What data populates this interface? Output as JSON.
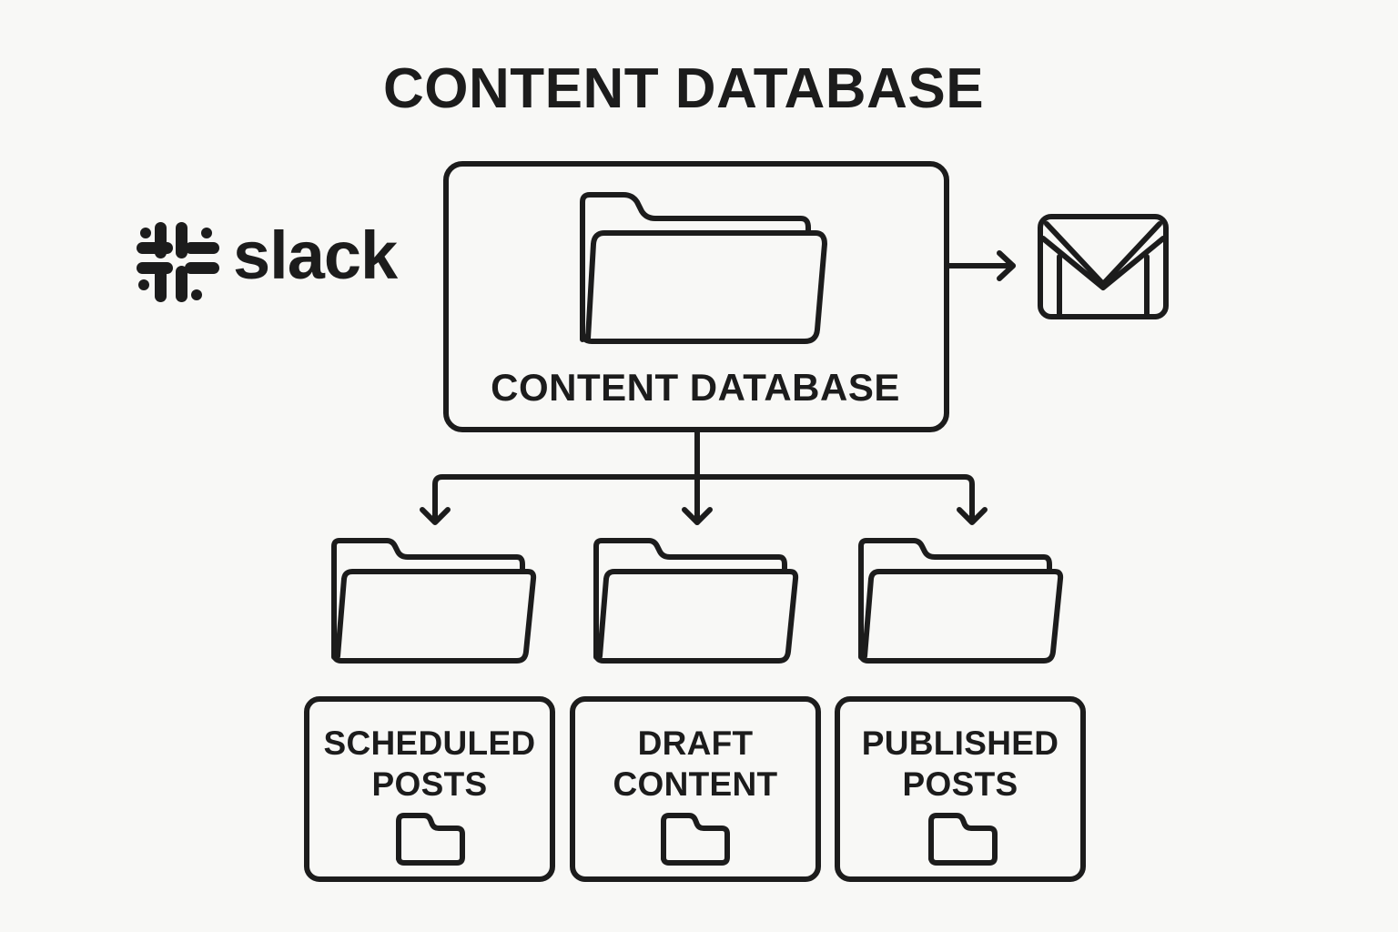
{
  "title": "CONTENT DATABASE",
  "main_node": {
    "label": "CONTENT DATABASE",
    "icon": "folder-open-icon"
  },
  "integrations": {
    "source": {
      "name": "slack",
      "icon": "slack-logo-icon"
    },
    "destination": {
      "name": "Gmail",
      "icon": "gmail-envelope-icon"
    }
  },
  "sub_nodes": [
    {
      "line1": "SCHEDULED",
      "line2": "POSTS",
      "icon": "folder-icon"
    },
    {
      "line1": "DRAFT",
      "line2": "CONTENT",
      "icon": "folder-icon"
    },
    {
      "line1": "PUBLISHED",
      "line2": "POSTS",
      "icon": "folder-icon"
    }
  ],
  "colors": {
    "stroke": "#1c1c1c",
    "background": "#f8f8f6"
  }
}
